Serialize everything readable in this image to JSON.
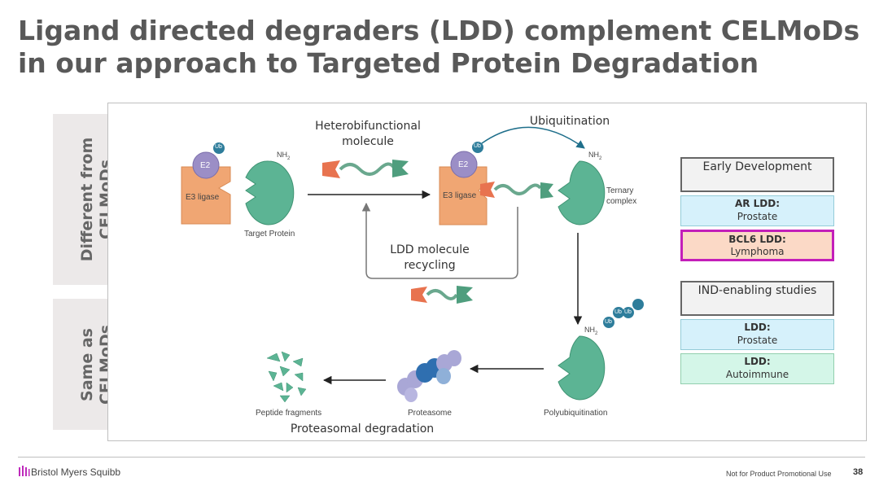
{
  "slide": {
    "title": "Ligand directed degraders (LDD) complement CELMoDs in our approach to Targeted Protein Degradation",
    "page_number": "38",
    "footer_note": "Not for Product Promotional Use",
    "brand": "Bristol Myers Squibb"
  },
  "sidebar": {
    "different": "Different from CELMoDs",
    "same": "Same as CELMoDs"
  },
  "diagram": {
    "heterobifunctional": "Heterobifunctional molecule",
    "ubiquitination": "Ubiquitination",
    "ldd_recycling": "LDD molecule recycling",
    "proteasomal_degradation": "Proteasomal degradation",
    "e2": "E2",
    "e2_b": "E2",
    "ub": "Ub",
    "ub_b": "Ub",
    "ub_c": "Ub",
    "ub_d": "Ub",
    "ub_e": "Ub",
    "e3_ligase": "E3 ligase",
    "e3_ligase_b": "E3 ligase",
    "nh2": "NH",
    "nh2_b": "NH",
    "nh2_c": "NH",
    "sub2": "2",
    "target_protein": "Target Protein",
    "ternary_complex": "Ternary complex",
    "polyubiquitination": "Polyubiquitination",
    "proteasome": "Proteasome",
    "peptide_fragments": "Peptide fragments"
  },
  "pipeline": {
    "early_header": "Early Development",
    "early_items": [
      {
        "name": "AR LDD:",
        "indication": "Prostate"
      },
      {
        "name": "BCL6 LDD:",
        "indication": "Lymphoma"
      }
    ],
    "ind_header": "IND-enabling studies",
    "ind_items": [
      {
        "name": "LDD:",
        "indication": "Prostate"
      },
      {
        "name": "LDD:",
        "indication": "Autoimmune"
      }
    ]
  },
  "colors": {
    "e3": "#f0a673",
    "protein": "#5cb494",
    "e2": "#9b8ec6",
    "ub": "#2e7d9b",
    "highlight": "#c31fb9"
  }
}
